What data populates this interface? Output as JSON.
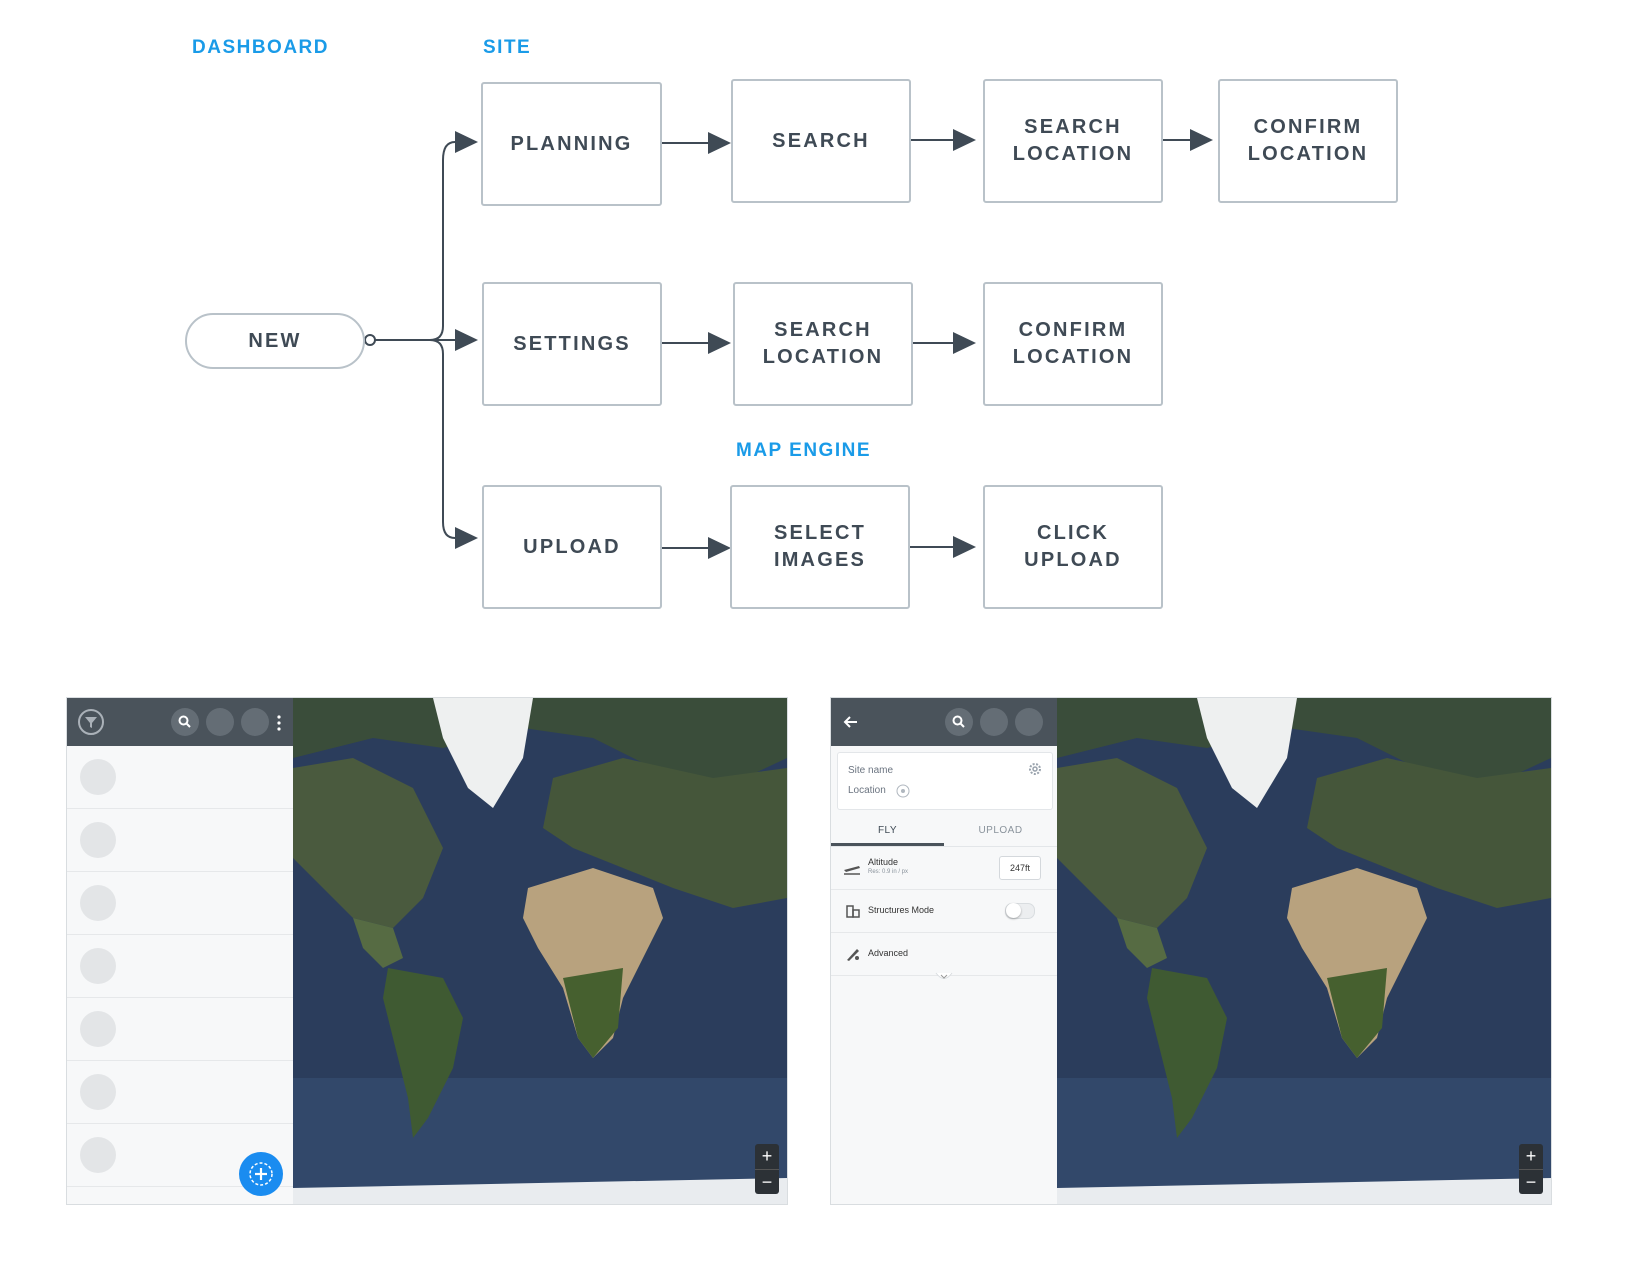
{
  "sections": {
    "dashboard": "DASHBOARD",
    "site": "SITE",
    "map_engine": "MAP ENGINE"
  },
  "flow": {
    "start": "NEW",
    "row1": [
      "PLANNING",
      "SEARCH",
      "SEARCH\nLOCATION",
      "CONFIRM\nLOCATION"
    ],
    "row2": [
      "SETTINGS",
      "SEARCH\nLOCATION",
      "CONFIRM\nLOCATION"
    ],
    "row3": [
      "UPLOAD",
      "SELECT\nIMAGES",
      "CLICK\nUPLOAD"
    ]
  },
  "screen_left": {
    "list_placeholders": 7,
    "fab_icon": "plus-icon",
    "zoom_in": "+",
    "zoom_out": "−"
  },
  "screen_right": {
    "site_name_placeholder": "Site name",
    "location_label": "Location",
    "tabs": [
      "FLY",
      "UPLOAD"
    ],
    "active_tab": "FLY",
    "altitude_label": "Altitude",
    "altitude_sub": "Res: 0.9 in / px",
    "altitude_value": "247ft",
    "structures_label": "Structures Mode",
    "advanced_label": "Advanced",
    "zoom_in": "+",
    "zoom_out": "−"
  },
  "colors": {
    "accent": "#1a9be8",
    "box_border": "#b9c2c9",
    "text": "#3f4a55",
    "topbar": "#4a535b",
    "fab": "#1a8cf0"
  }
}
